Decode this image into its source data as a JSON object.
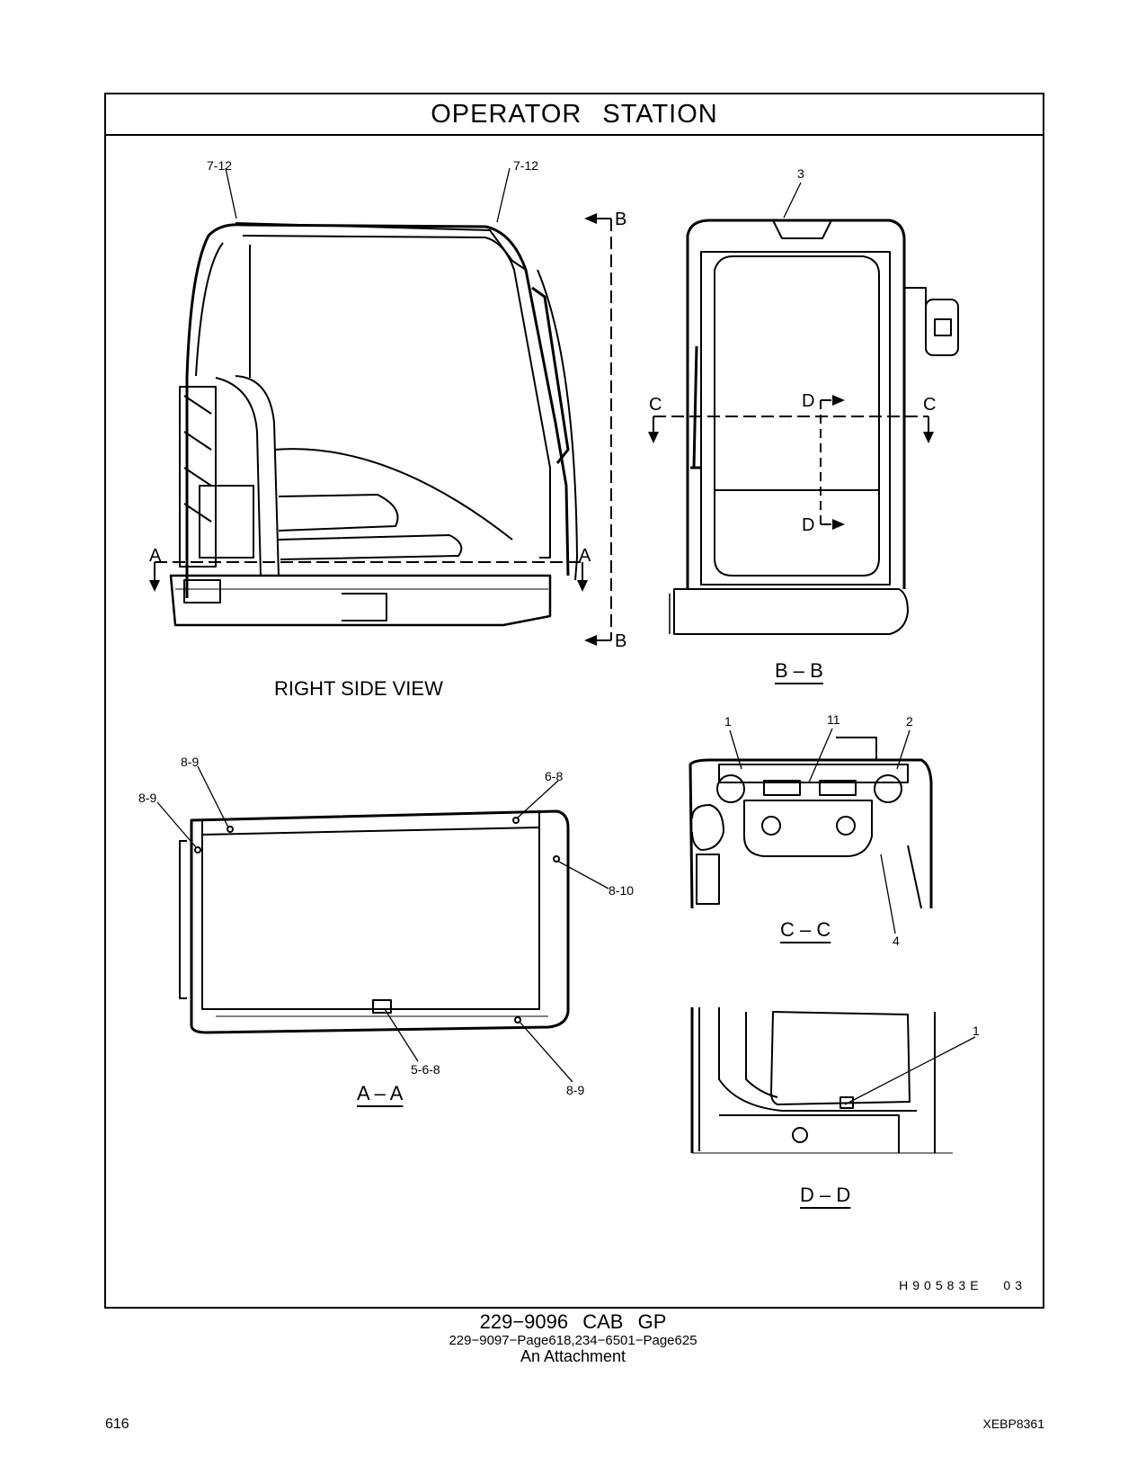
{
  "title": "OPERATOR STATION",
  "views": {
    "right_side": {
      "title": "RIGHT SIDE VIEW",
      "callouts": [
        "7-12",
        "7-12"
      ],
      "section_marks": {
        "a_left": "A",
        "a_right": "A",
        "b_top": "B",
        "b_bottom": "B"
      }
    },
    "b_b": {
      "title": "B – B",
      "callouts": [
        "3"
      ],
      "section_marks": {
        "c_left": "C",
        "c_right": "C",
        "d_top": "D",
        "d_bottom": "D"
      }
    },
    "c_c": {
      "title": "C – C",
      "callouts": [
        "1",
        "11",
        "2",
        "4"
      ]
    },
    "a_a": {
      "title": "A – A",
      "callouts": [
        "8-9",
        "8-9",
        "6-8",
        "8-10",
        "5-6-8",
        "8-9"
      ]
    },
    "d_d": {
      "title": "D – D",
      "callouts": [
        "1"
      ]
    }
  },
  "drawing_id": "H90583E 03",
  "caption": {
    "line1": "229−9096 CAB GP",
    "line2": "229−9097−Page618,234−6501−Page625",
    "line3": "An Attachment"
  },
  "footer": {
    "page_number": "616",
    "doc_code": "XEBP8361"
  }
}
